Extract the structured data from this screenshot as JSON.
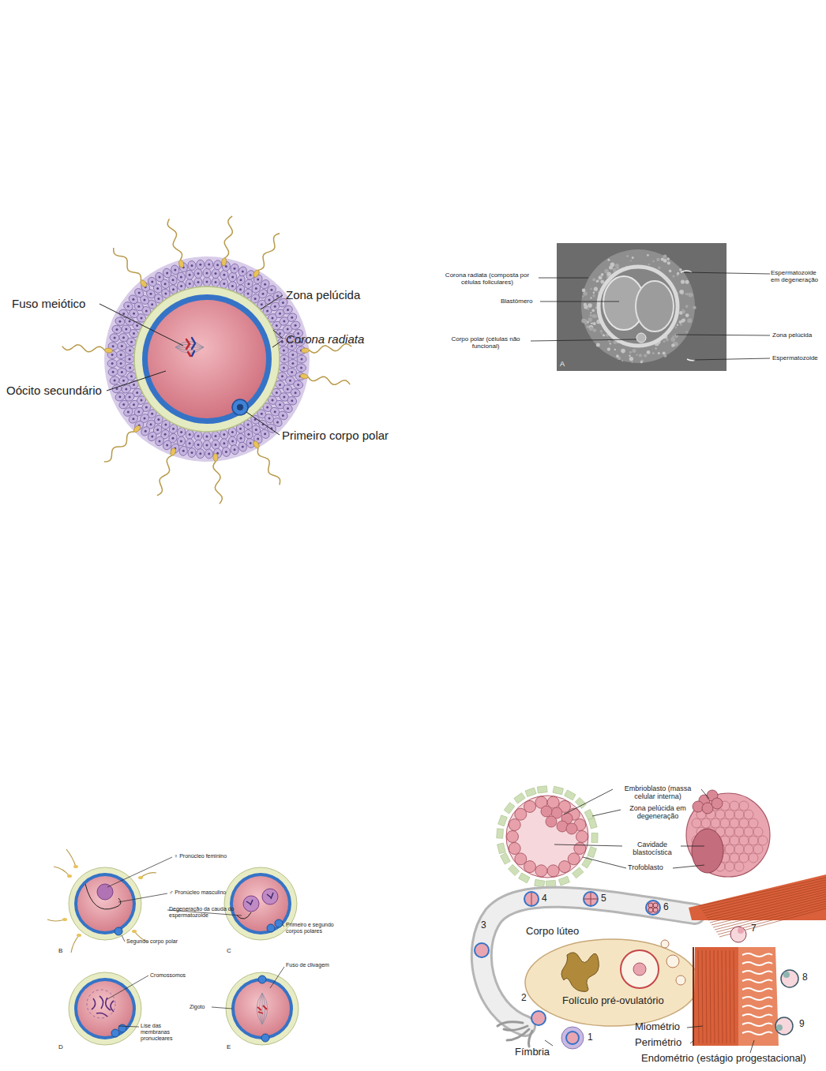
{
  "diagram": {
    "labels": [
      "Fuso meiótico",
      "Zona pelúcida",
      "Corona radiata",
      "Oócito secundário",
      "Primeiro corpo polar",
      "Corona radiata (composta por células foliculares)",
      "Blastômero",
      "Corpo polar (células não funcional)",
      "Espermatozoide em degeneração",
      "Zona pelúcida",
      "Espermatozoide",
      "A",
      "♀ Pronúcleo feminino",
      "♂ Pronúcleo masculino",
      "Degeneração da cauda do espermatozoide",
      "Segundo corpo polar",
      "Primeiro e segundo corpos polares",
      "B",
      "C",
      "Cromossomos",
      "Zigoto",
      "Fuso de clivagem",
      "Lise das membranas pronucleares",
      "D",
      "E",
      "Embrioblasto (massa celular interna)",
      "Zona pelúcida em degeneração",
      "Cavidade blastocística",
      "Trofoblasto",
      "1",
      "2",
      "3",
      "4",
      "5",
      "6",
      "7",
      "8",
      "9",
      "Corpo lúteo",
      "Folículo pré-ovulatório",
      "Fímbria",
      "Miométrio",
      "Perimétrio",
      "Endométrio (estágio progestacional)"
    ]
  }
}
